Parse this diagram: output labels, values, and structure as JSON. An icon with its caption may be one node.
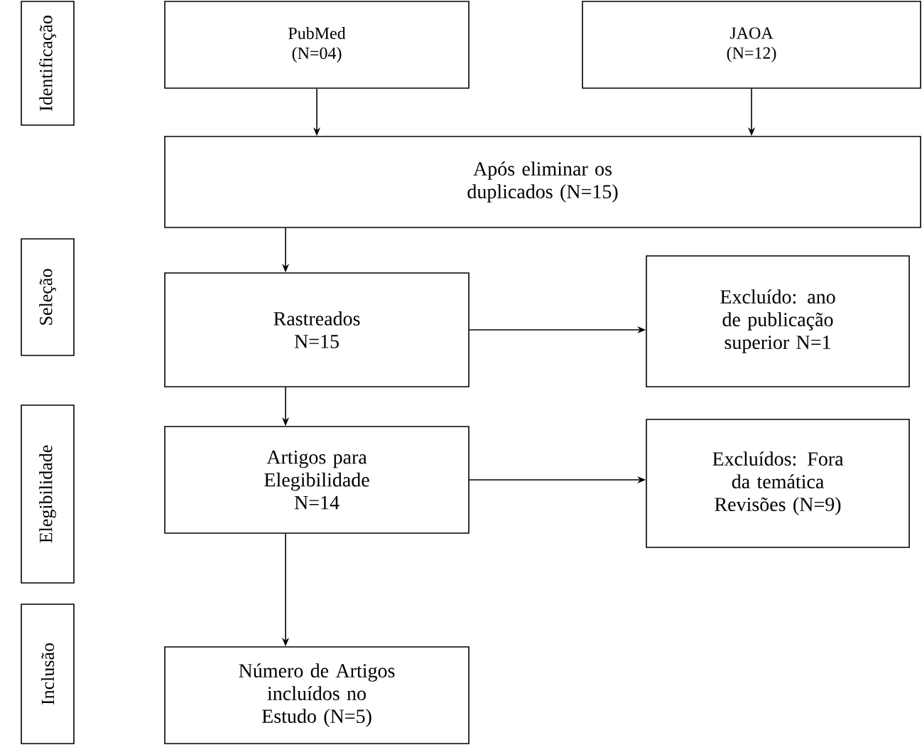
{
  "diagram": {
    "nodes": [
      {
        "text": [
          "Identificação"
        ]
      },
      {
        "text": [
          "PubMed (N=04)"
        ]
      },
      {
        "text": [
          "JAOA (N=12)"
        ]
      },
      {
        "text": [
          "Após eliminar os duplicados (N=15)"
        ]
      },
      {
        "text": [
          "Seleção"
        ]
      },
      {
        "text": [
          "Rastreados N=15"
        ]
      },
      {
        "text": [
          "Excluído: ano de publicação superior N=1"
        ]
      },
      {
        "text": [
          "Elegibilidade"
        ]
      },
      {
        "text": [
          "Artigos para Elegibilidade N=14"
        ]
      },
      {
        "text": [
          "Excluídos: Fora da temática Revisões (N=9)"
        ]
      },
      {
        "text": [
          "Inclusão"
        ]
      },
      {
        "text": [
          "Número de Artigos incluídos no Estudo (N=5)"
        ]
      }
    ],
    "edges": [
      {
        "from": 1,
        "to": 3,
        "arrow": "to"
      },
      {
        "from": 2,
        "to": 3,
        "arrow": "to"
      },
      {
        "from": 3,
        "to": 5,
        "arrow": "to"
      },
      {
        "from": 5,
        "to": 6,
        "arrow": "to"
      },
      {
        "from": 5,
        "to": 8,
        "arrow": "to"
      },
      {
        "from": 8,
        "to": 9,
        "arrow": "to"
      },
      {
        "from": 8,
        "to": 11,
        "arrow": "to"
      }
    ]
  }
}
